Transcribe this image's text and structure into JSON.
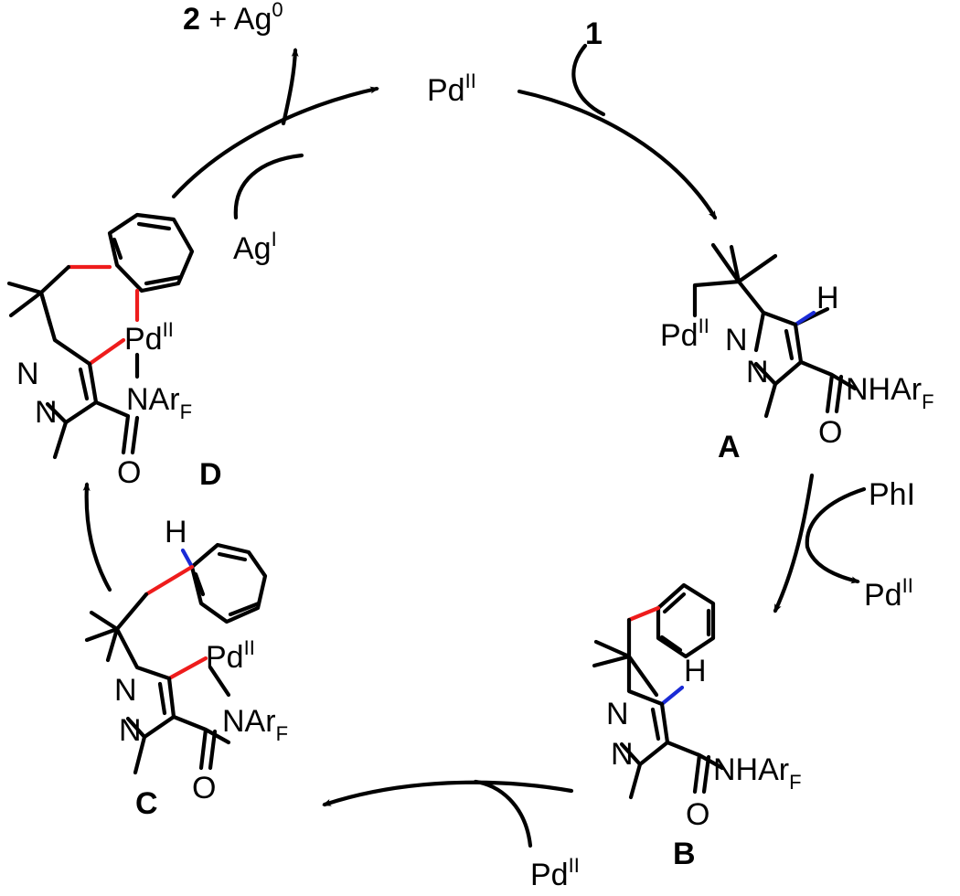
{
  "cycle": {
    "top_catalyst": {
      "main": "Pd",
      "sup": "II"
    },
    "entry_reagent": "1",
    "product": {
      "number": "2",
      "rest": " + Ag",
      "sup": "0"
    },
    "oxidant": {
      "main": "Ag",
      "sup": "I"
    },
    "phi": "PhI",
    "pd_released": {
      "main": "Pd",
      "sup": "II"
    },
    "pd_added": {
      "main": "Pd",
      "sup": "II"
    }
  },
  "intermediates": {
    "A": {
      "label": "A",
      "pd": "Pd",
      "pd_sup": "II",
      "h": "H",
      "n1": "N",
      "n2": "N",
      "o": "O",
      "amide_main": "NHAr",
      "amide_sub": "F"
    },
    "B": {
      "label": "B",
      "h": "H",
      "n1": "N",
      "n2": "N",
      "o": "O",
      "amide_main": "NHAr",
      "amide_sub": "F"
    },
    "C": {
      "label": "C",
      "h": "H",
      "pd": "Pd",
      "pd_sup": "II",
      "n1": "N",
      "n2": "N",
      "o": "O",
      "amide_main": "NAr",
      "amide_sub": "F"
    },
    "D": {
      "label": "D",
      "pd": "Pd",
      "pd_sup": "II",
      "n1": "N",
      "n2": "N",
      "o": "O",
      "amide_main": "NAr",
      "amide_sub": "F"
    }
  },
  "colors": {
    "new_bond": "#ee1c1c",
    "ch_bond": "#1a2bd6"
  }
}
